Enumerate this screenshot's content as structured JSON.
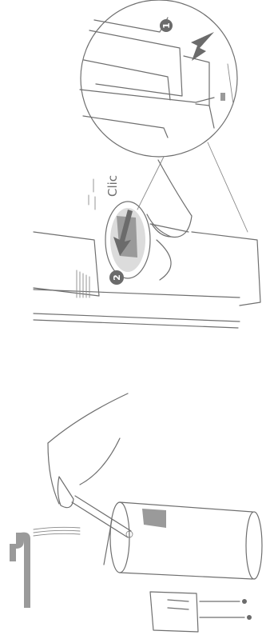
{
  "figure_top": {
    "step1_label": "1",
    "step2_label": "2",
    "sound_text": "Clic"
  }
}
